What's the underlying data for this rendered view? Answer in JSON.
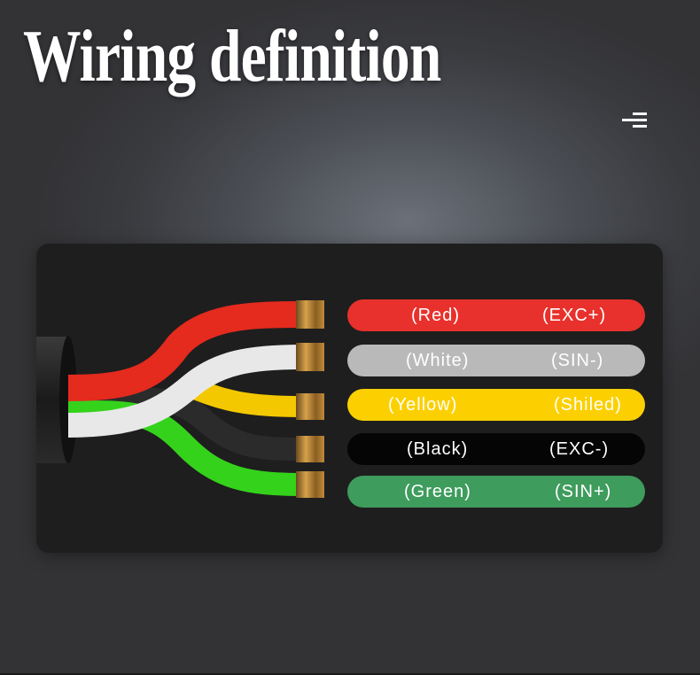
{
  "title": "Wiring definition",
  "icons": {
    "menu": "menu-lines-icon"
  },
  "wires": [
    {
      "color_name": "(Red)",
      "signal": "(EXC+)",
      "pill_color": "#e8312c",
      "text_color": "#ffffff",
      "wire_color": "#e52a1e"
    },
    {
      "color_name": "(White)",
      "signal": "(SIN-)",
      "pill_color": "#b9b9b9",
      "text_color": "#ffffff",
      "wire_color": "#e8e8e8"
    },
    {
      "color_name": "(Yellow)",
      "signal": "(Shiled)",
      "pill_color": "#fcd000",
      "text_color": "#ffffff",
      "wire_color": "#f3c800"
    },
    {
      "color_name": "(Black)",
      "signal": "(EXC-)",
      "pill_color": "#050505",
      "text_color": "#ffffff",
      "wire_color": "#2b2b2b"
    },
    {
      "color_name": "(Green)",
      "signal": "(SIN+)",
      "pill_color": "#3e9c5c",
      "text_color": "#ffffff",
      "wire_color": "#35d21c"
    }
  ]
}
